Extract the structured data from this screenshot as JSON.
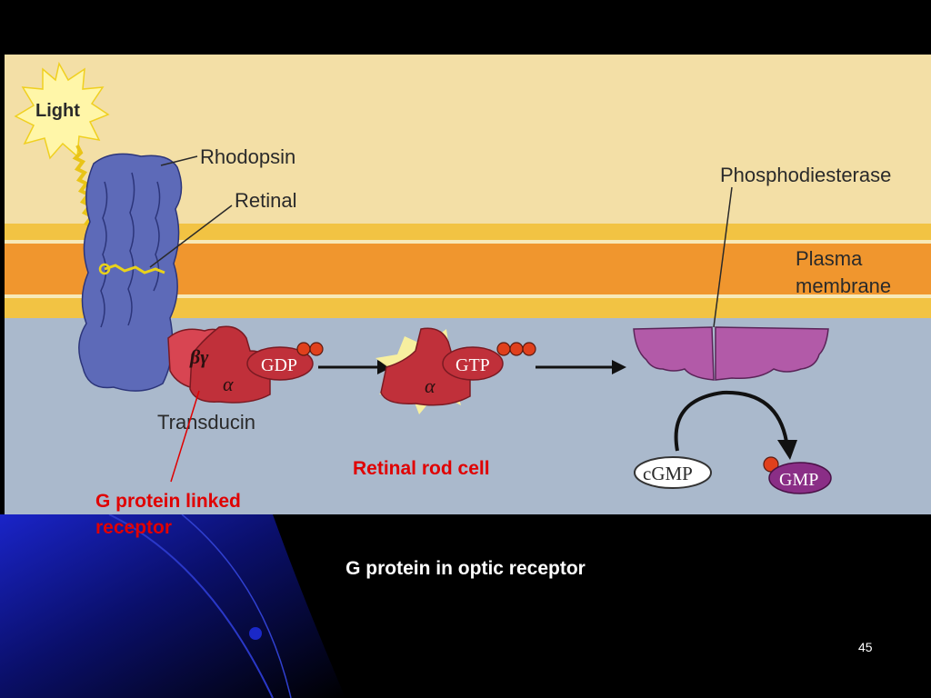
{
  "slide": {
    "caption": "G protein in optic receptor",
    "page_number": "45",
    "red_label_cell": "Retinal rod cell",
    "red_label_receptor_line1": "G protein linked",
    "red_label_receptor_line2": "receptor"
  },
  "diagram": {
    "light": "Light",
    "rhodopsin": "Rhodopsin",
    "retinal": "Retinal",
    "phosphodiesterase": "Phosphodiesterase",
    "plasma_line1": "Plasma",
    "plasma_line2": "membrane",
    "beta_gamma": "βγ",
    "alpha_1": "α",
    "gdp": "GDP",
    "alpha_2": "α",
    "gtp": "GTP",
    "transducin": "Transducin",
    "cgmp": "cGMP",
    "gmp": "GMP"
  },
  "colors": {
    "extracellular": "#f3dfa6",
    "membrane_outer": "#f2c343",
    "membrane_core": "#f0962e",
    "cytoplasm": "#aab9cc",
    "rhodopsin": "#5d6ab8",
    "transducin": "#c0303a",
    "phosphodiesterase": "#b25aa8",
    "gmp_pill": "#8a2e86",
    "text_red": "#e00000"
  }
}
